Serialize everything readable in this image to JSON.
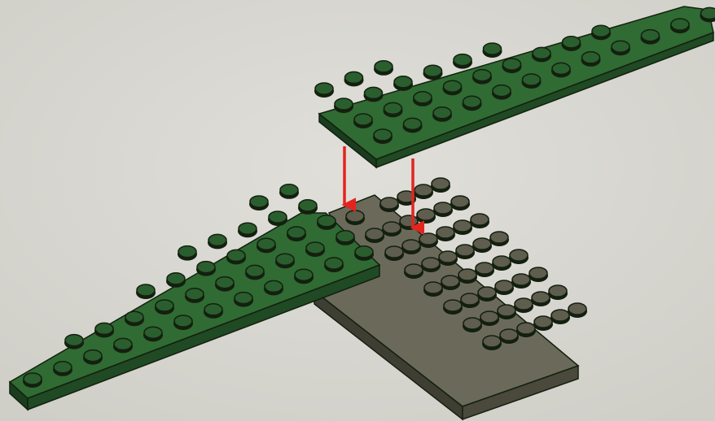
{
  "scene": {
    "description_type": "building-instruction-step",
    "colors": {
      "background": "#d6d5cf",
      "green_plate": "#2f6b33",
      "green_plate_side": "#1f4a23",
      "green_stud": "#2a5e2e",
      "gray_plate": "#6b6a5a",
      "gray_plate_side": "#4a493c",
      "gray_stud": "#5e5d4e",
      "outline": "#14200f",
      "arrow": "#e4241f"
    },
    "parts": [
      {
        "name": "green-wedge-plate-top",
        "color": "green",
        "state": "being-placed"
      },
      {
        "name": "green-wedge-plate-bottom",
        "color": "green",
        "state": "placed"
      },
      {
        "name": "gray-plate",
        "color": "dark-gray",
        "state": "placed",
        "studs": "6x8"
      }
    ],
    "arrows": [
      {
        "name": "placement-arrow-left",
        "direction": "down"
      },
      {
        "name": "placement-arrow-right",
        "direction": "down"
      }
    ]
  }
}
